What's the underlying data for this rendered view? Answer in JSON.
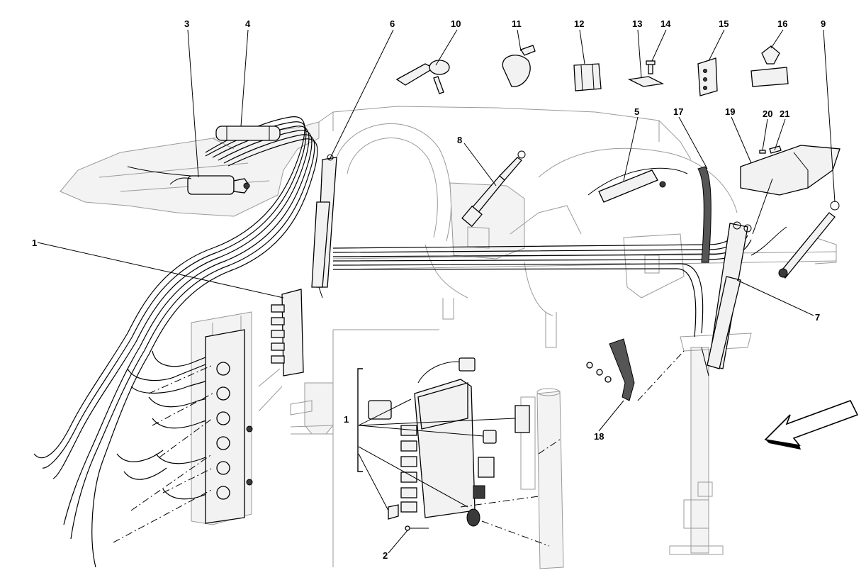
{
  "diagram": {
    "callouts": [
      "1",
      "2",
      "3",
      "4",
      "5",
      "6",
      "7",
      "8",
      "9",
      "10",
      "11",
      "12",
      "13",
      "14",
      "15",
      "16",
      "17",
      "18",
      "19",
      "20",
      "21"
    ],
    "direction_arrow_icon": "front-direction-arrow-icon"
  }
}
